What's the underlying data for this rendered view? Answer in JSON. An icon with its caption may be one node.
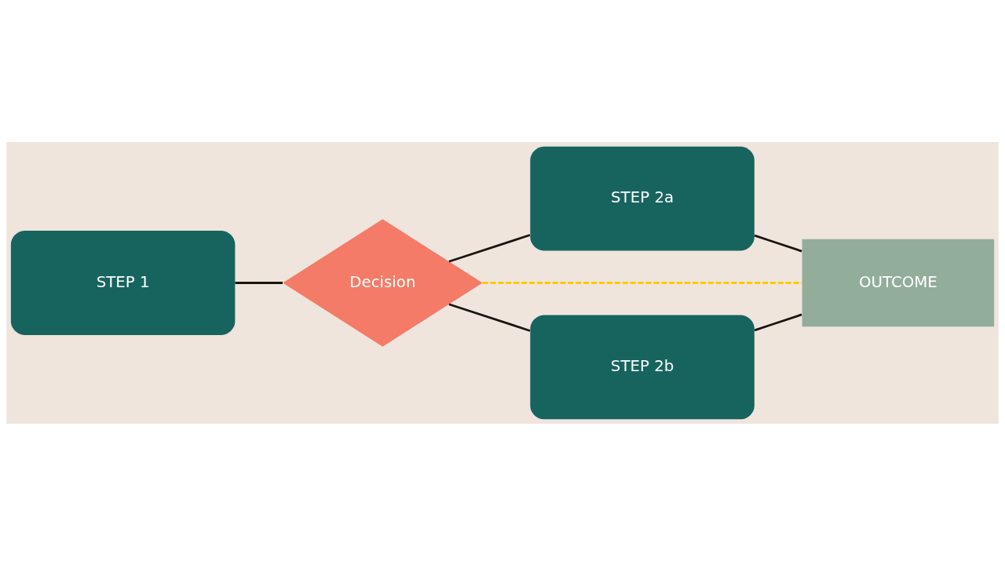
{
  "diagram": {
    "nodes": [
      {
        "text": [
          "STEP 1"
        ]
      },
      {
        "text": [
          "Decision"
        ]
      },
      {
        "text": [
          "STEP 2a"
        ]
      },
      {
        "text": [
          "STEP 2b"
        ]
      },
      {
        "text": [
          "OUTCOME"
        ]
      }
    ],
    "edges": [
      {
        "from": 0,
        "to": 1,
        "arrow": "none"
      },
      {
        "from": 1,
        "to": 2,
        "arrow": "none"
      },
      {
        "from": 1,
        "to": 3,
        "arrow": "none"
      },
      {
        "from": 2,
        "to": 4,
        "arrow": "none"
      },
      {
        "from": 3,
        "to": 4,
        "arrow": "none"
      },
      {
        "from": 1,
        "to": 4,
        "arrow": "none",
        "style": "dashed",
        "color": "#ffc800"
      }
    ]
  }
}
